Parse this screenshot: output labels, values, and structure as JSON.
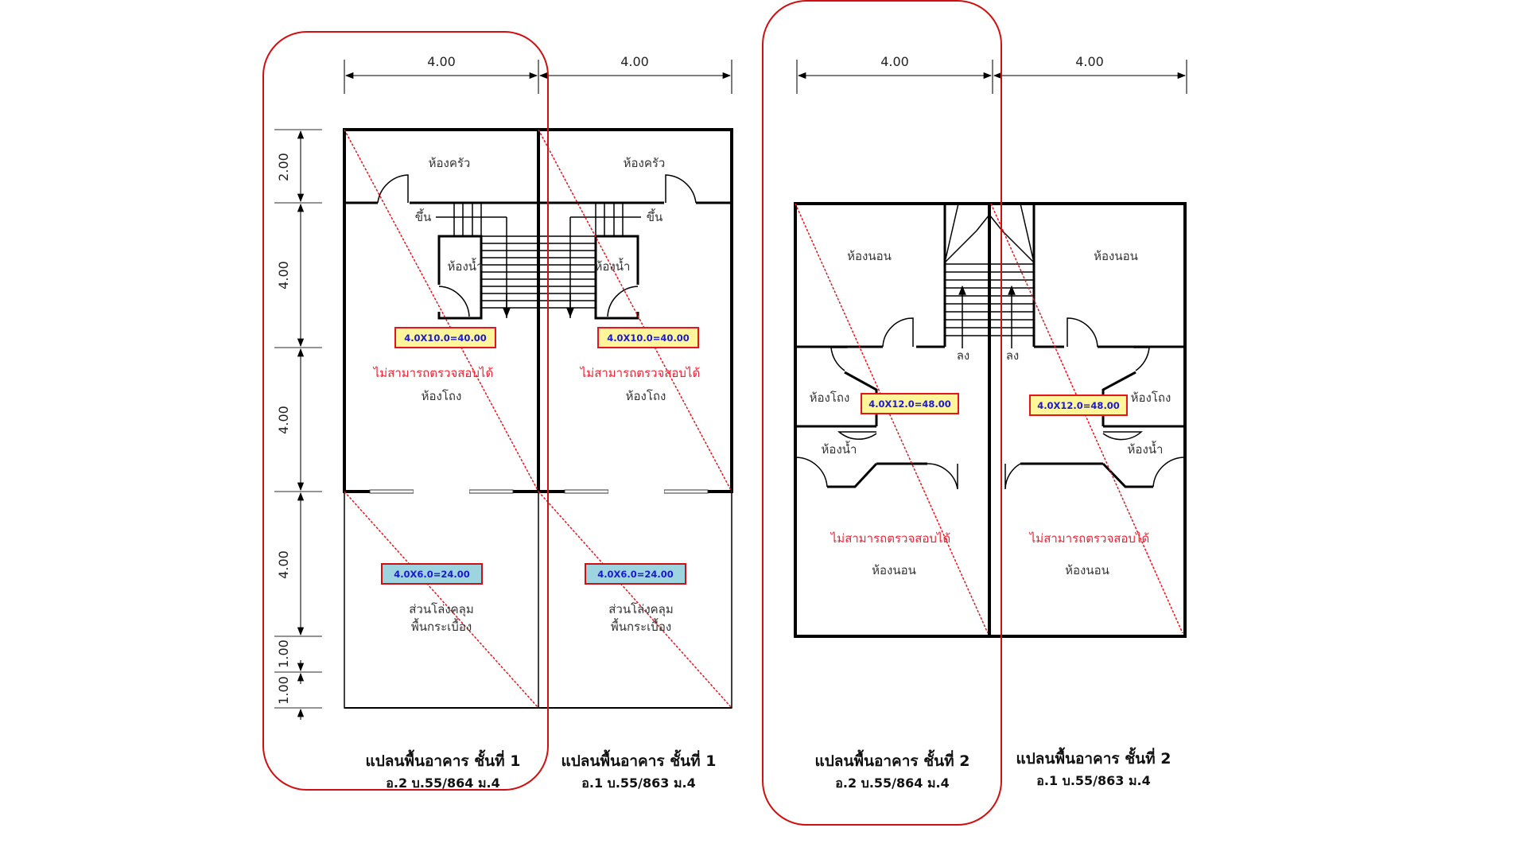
{
  "document": {
    "type": "building floor plan comparison",
    "colors": {
      "wall": "#000000",
      "annotation_red": "#e8141c",
      "area_box_yellow": "#fff59a",
      "area_box_blue": "#9ed3e0",
      "area_text": "#1a1ad0"
    }
  },
  "dimensions": {
    "floor1_top": [
      "4.00",
      "4.00"
    ],
    "floor2_top": [
      "4.00",
      "4.00"
    ],
    "floor1_side": [
      "2.00",
      "4.00",
      "4.00",
      "4.00",
      "1.00",
      "1.00"
    ]
  },
  "plans": [
    {
      "id": "floor1-unit2",
      "title": "แปลนพื้นอาคาร ชั้นที่ 1",
      "address": "อ.2 บ.55/864 ม.4",
      "highlighted": true,
      "rooms": {
        "kitchen": "ห้องครัว",
        "up": "ขึ้น",
        "bathroom": "ห้องน้ำ",
        "hall": "ห้องโถง",
        "porch_1": "ส่วนโล่งคลุม",
        "porch_2": "พื้นกระเบื้อง"
      },
      "area_main": "4.0X10.0=40.00",
      "area_porch": "4.0X6.0=24.00",
      "warning": "ไม่สามารถตรวจสอบได้"
    },
    {
      "id": "floor1-unit1",
      "title": "แปลนพื้นอาคาร ชั้นที่ 1",
      "address": "อ.1 บ.55/863 ม.4",
      "highlighted": false,
      "rooms": {
        "kitchen": "ห้องครัว",
        "up": "ขึ้น",
        "bathroom": "ห้องน้ำ",
        "hall": "ห้องโถง",
        "porch_1": "ส่วนโล่งคลุม",
        "porch_2": "พื้นกระเบื้อง"
      },
      "area_main": "4.0X10.0=40.00",
      "area_porch": "4.0X6.0=24.00",
      "warning": "ไม่สามารถตรวจสอบได้"
    },
    {
      "id": "floor2-unit2",
      "title": "แปลนพื้นอาคาร ชั้นที่ 2",
      "address": "อ.2 บ.55/864 ม.4",
      "highlighted": true,
      "rooms": {
        "bedroom_front": "ห้องนอน",
        "down": "ลง",
        "hall": "ห้องโถง",
        "bathroom": "ห้องน้ำ",
        "bedroom_back": "ห้องนอน"
      },
      "area_main": "4.0X12.0=48.00",
      "warning": "ไม่สามารถตรวจสอบได้"
    },
    {
      "id": "floor2-unit1",
      "title": "แปลนพื้นอาคาร ชั้นที่ 2",
      "address": "อ.1 บ.55/863 ม.4",
      "highlighted": false,
      "rooms": {
        "bedroom_front": "ห้องนอน",
        "down": "ลง",
        "hall": "ห้องโถง",
        "bathroom": "ห้องน้ำ",
        "bedroom_back": "ห้องนอน"
      },
      "area_main": "4.0X12.0=48.00",
      "warning": "ไม่สามารถตรวจสอบได้"
    }
  ]
}
